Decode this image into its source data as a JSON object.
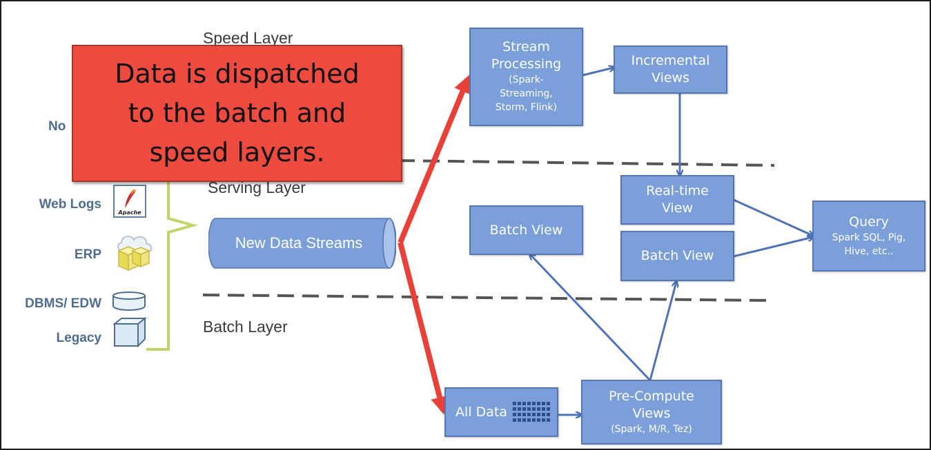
{
  "layers": {
    "speed": "Speed Layer",
    "serving": "Serving Layer",
    "batch": "Batch Layer"
  },
  "sources": {
    "partial_label": "No",
    "web_logs": "Web Logs",
    "erp": "ERP",
    "dbms": "DBMS/ EDW",
    "legacy": "Legacy",
    "apache_logo_text": "Apache"
  },
  "new_data_streams": "New Data Streams",
  "boxes": {
    "stream_processing": {
      "title_line1": "Stream",
      "title_line2": "Processing",
      "sub_line1": "(Spark-",
      "sub_line2": "Streaming,",
      "sub_line3": "Storm, Flink)"
    },
    "incremental_views": {
      "line1": "Incremental",
      "line2": "Views"
    },
    "realtime_view": {
      "line1": "Real-time",
      "line2": "View"
    },
    "batch_view_serving": "Batch View",
    "batch_view_left": "Batch View",
    "query": {
      "title": "Query",
      "sub_line1": "Spark SQL, Pig,",
      "sub_line2": "Hive, etc.."
    },
    "all_data": "All Data",
    "pre_compute": {
      "line1": "Pre-Compute",
      "line2": "Views",
      "sub": "(Spark, M/R, Tez)"
    }
  },
  "callout": {
    "line1": "Data is dispatched",
    "line2": "to the batch and",
    "line3": "speed layers."
  },
  "colors": {
    "box_fill": "#7b9fd8",
    "box_border": "#5676b0",
    "arrow_blue": "#4e72b8",
    "arrow_red": "#e8413a",
    "callout_fill": "#ee4b40",
    "brace_green": "#c3d36a",
    "dashed_line": "#555555"
  }
}
